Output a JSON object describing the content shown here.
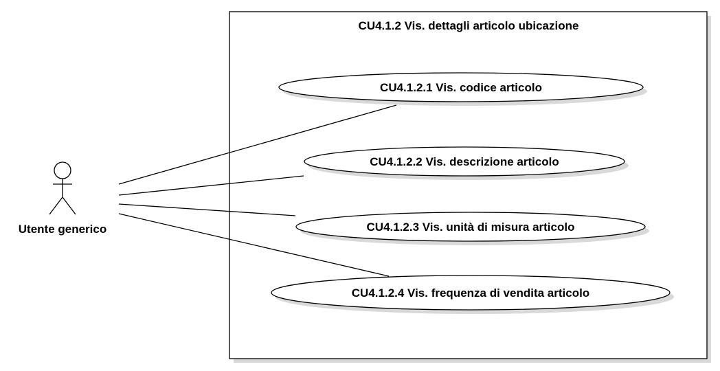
{
  "system": {
    "title": "CU4.1.2 Vis. dettagli articolo ubicazione"
  },
  "actor": {
    "name": "Utente generico"
  },
  "use_cases": [
    {
      "label": "CU4.1.2.1 Vis. codice articolo"
    },
    {
      "label": "CU4.1.2.2 Vis. descrizione articolo"
    },
    {
      "label": "CU4.1.2.3 Vis. unità di misura articolo"
    },
    {
      "label": "CU4.1.2.4 Vis. frequenza di vendita articolo"
    }
  ]
}
